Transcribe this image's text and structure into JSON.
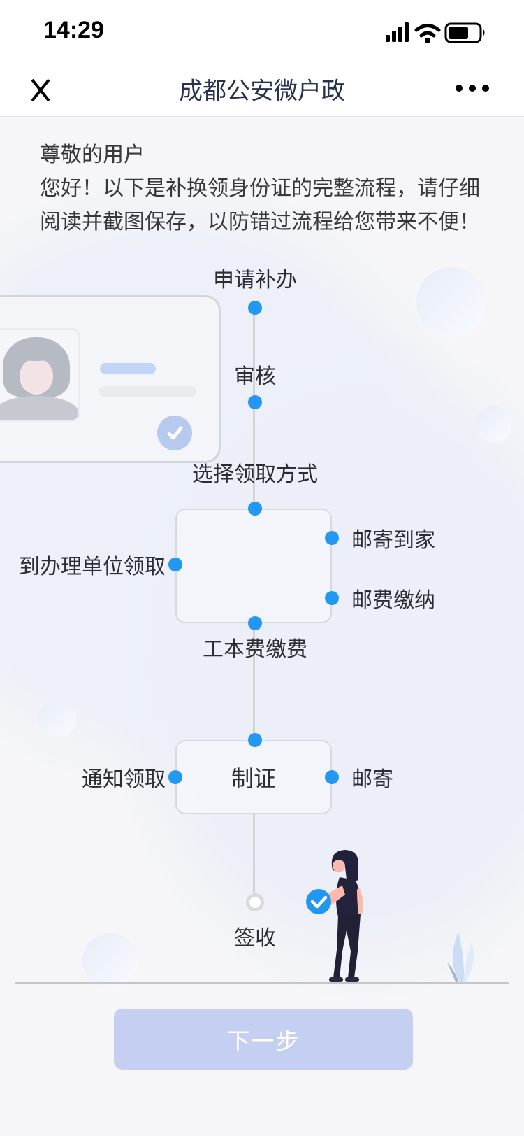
{
  "status_bar": {
    "time": "14:29"
  },
  "nav": {
    "title": "成都公安微户政"
  },
  "intro": {
    "greeting": "尊敬的用户",
    "body": "您好！以下是补换领身份证的完整流程，请仔细阅读并截图保存，以防错过流程给您带来不便！"
  },
  "flow": {
    "step_apply": "申请补办",
    "step_review": "审核",
    "step_choose": "选择领取方式",
    "pickup_unit": "到办理单位领取",
    "mail_home": "邮寄到家",
    "postage_pay": "邮费缴纳",
    "fee_pay": "工本费缴费",
    "make_cert": "制证",
    "notify_pickup": "通知领取",
    "mail": "邮寄",
    "sign_receive": "签收"
  },
  "footer": {
    "next_label": "下一步"
  },
  "colors": {
    "dot_blue": "#2398f3",
    "check_badge_blue": "#2196f3",
    "card_badge_blue": "#b7c9ee",
    "button_bg": "#c5cff1",
    "button_text": "#ffffff",
    "title_color": "#27334e",
    "line_gray": "#d2d4d8",
    "page_bg": "#f6f6f8"
  }
}
